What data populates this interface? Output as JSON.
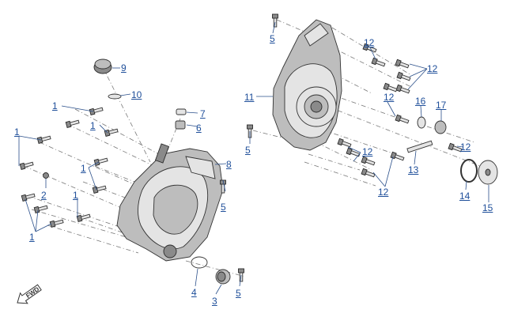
{
  "callouts": [
    {
      "id": "c1a",
      "label": "1"
    },
    {
      "id": "c1b",
      "label": "1"
    },
    {
      "id": "c1c",
      "label": "1"
    },
    {
      "id": "c1d",
      "label": "1"
    },
    {
      "id": "c1e",
      "label": "1"
    },
    {
      "id": "c1f",
      "label": "1"
    },
    {
      "id": "c2",
      "label": "2"
    },
    {
      "id": "c3",
      "label": "3"
    },
    {
      "id": "c4",
      "label": "4"
    },
    {
      "id": "c5a",
      "label": "5"
    },
    {
      "id": "c5b",
      "label": "5"
    },
    {
      "id": "c5c",
      "label": "5"
    },
    {
      "id": "c5d",
      "label": "5"
    },
    {
      "id": "c6",
      "label": "6"
    },
    {
      "id": "c7",
      "label": "7"
    },
    {
      "id": "c8",
      "label": "8"
    },
    {
      "id": "c9",
      "label": "9"
    },
    {
      "id": "c10",
      "label": "10"
    },
    {
      "id": "c11",
      "label": "11"
    },
    {
      "id": "c12a",
      "label": "12"
    },
    {
      "id": "c12b",
      "label": "12"
    },
    {
      "id": "c12c",
      "label": "12"
    },
    {
      "id": "c12d",
      "label": "12"
    },
    {
      "id": "c12e",
      "label": "12"
    },
    {
      "id": "c12f",
      "label": "12"
    },
    {
      "id": "c13",
      "label": "13"
    },
    {
      "id": "c14",
      "label": "14"
    },
    {
      "id": "c15",
      "label": "15"
    },
    {
      "id": "c16",
      "label": "16"
    },
    {
      "id": "c17",
      "label": "17"
    }
  ],
  "fwd_badge": "FWD",
  "colors": {
    "callout": "#1f4f9a",
    "leader": "#2a4f8a",
    "part_fill": "#bdbdbd",
    "outline": "#333333"
  }
}
